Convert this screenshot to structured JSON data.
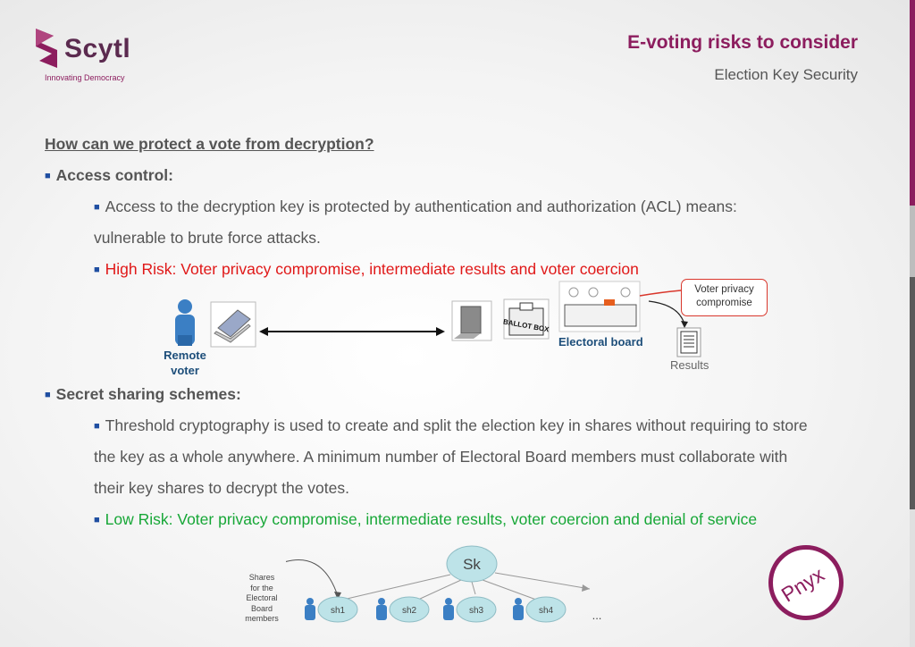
{
  "logo": {
    "name": "Scytl",
    "tagline": "Innovating Democracy"
  },
  "header": {
    "title": "E-voting risks to consider",
    "subtitle": "Election Key Security"
  },
  "content": {
    "question": "How can we protect a vote from decryption?",
    "access_control": {
      "heading": "Access control:",
      "line1": "Access to the decryption key is protected by authentication and authorization (ACL) means:",
      "line2": "vulnerable to brute force attacks.",
      "risk": "High Risk: Voter privacy compromise, intermediate results and voter coercion"
    },
    "secret_sharing": {
      "heading": "Secret sharing schemes:",
      "line1": "Threshold cryptography is used to create and split the election key in shares without requiring to store",
      "line2": "the key as a whole anywhere.  A minimum number of Electoral Board members must collaborate with",
      "line3": "their key shares to decrypt the votes.",
      "risk": "Low Risk: Voter privacy compromise, intermediate results, voter coercion and denial of service"
    }
  },
  "diagram1": {
    "remote_voter_line1": "Remote",
    "remote_voter_line2": "voter",
    "ballot_box": "BALLOT BOX",
    "electoral_board": "Electoral board",
    "callout_line1": "Voter privacy",
    "callout_line2": "compromise",
    "results": "Results"
  },
  "diagram2": {
    "key": "Sk",
    "shares_label": [
      "Shares",
      "for the",
      "Electoral",
      "Board",
      "members"
    ],
    "shares": [
      "sh1",
      "sh2",
      "sh3",
      "sh4"
    ],
    "ellipsis": "..."
  },
  "badge": {
    "text": "Pnyx"
  },
  "colors": {
    "brand": "#8c1d5e",
    "high_risk": "#e01818",
    "low_risk": "#17a737",
    "bullet": "#1f4ea1",
    "label_blue": "#1d4e7a"
  }
}
